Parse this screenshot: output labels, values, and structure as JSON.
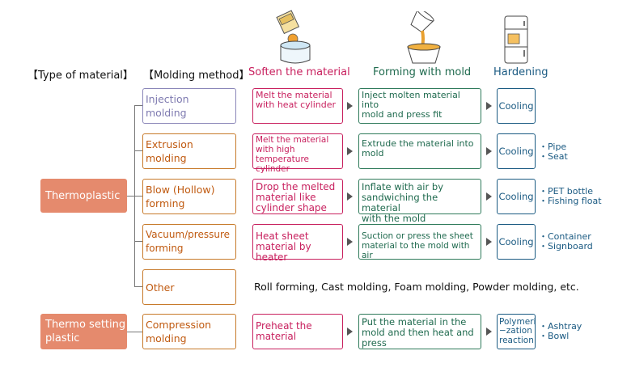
{
  "headers": {
    "type": "【Type of material】",
    "method": "【Molding method】",
    "soften": "Soften the material",
    "forming": "Forming with mold",
    "hardening": "Hardening"
  },
  "types": {
    "thermoplastic": "Thermoplastic",
    "thermosetting_l1": "Thermo setting",
    "thermosetting_l2": "plastic"
  },
  "rows": {
    "injection": {
      "method": "Injection molding",
      "soften": [
        "Melt the material",
        "with heat cylinder"
      ],
      "forming": [
        "Inject molten material into",
        "mold and press fit"
      ],
      "hardening": "Cooling"
    },
    "extrusion": {
      "method": "Extrusion molding",
      "soften": [
        "Melt the material",
        "with high temperature",
        "cylinder"
      ],
      "forming": [
        "Extrude the material into",
        "mold"
      ],
      "hardening": "Cooling",
      "products": [
        "・Pipe",
        "・Seat"
      ]
    },
    "blow": {
      "method": [
        "Blow (Hollow)",
        "forming"
      ],
      "soften": [
        "Drop the melted",
        "material like",
        "cylinder shape"
      ],
      "forming": [
        "Inflate with air by",
        "sandwiching the material",
        "with the mold"
      ],
      "hardening": "Cooling",
      "products": [
        "・PET bottle",
        "・Fishing float"
      ]
    },
    "vacuum": {
      "method": [
        "Vacuum/pressure",
        "forming"
      ],
      "soften": [
        "Heat sheet",
        "material by heater"
      ],
      "forming": [
        "Suction or press the sheet",
        "material to the mold with air"
      ],
      "hardening": "Cooling",
      "products": [
        "・Container",
        "・Signboard"
      ]
    },
    "other": {
      "method": "Other",
      "text": "Roll forming, Cast molding, Foam molding, Powder molding, etc."
    },
    "compression": {
      "method": [
        "Compression",
        "molding"
      ],
      "soften": [
        "Preheat the",
        "material"
      ],
      "forming": [
        "Put the material in the",
        "mold and then heat and",
        "press"
      ],
      "hardening": [
        "Polymeri",
        "−zation",
        "reaction"
      ],
      "products": [
        "・Ashtray",
        "・Bowl"
      ]
    }
  },
  "icons": {
    "soften": "melting-pot-icon",
    "forming": "pouring-cup-icon",
    "hardening": "refrigerator-icon"
  },
  "colors": {
    "thermo_box": "#e58a6d",
    "soften": "#c8205e",
    "forming": "#1f6a4e",
    "hardening": "#1a5a82",
    "method": "#c05a10",
    "injection": "#7e7ab0"
  }
}
